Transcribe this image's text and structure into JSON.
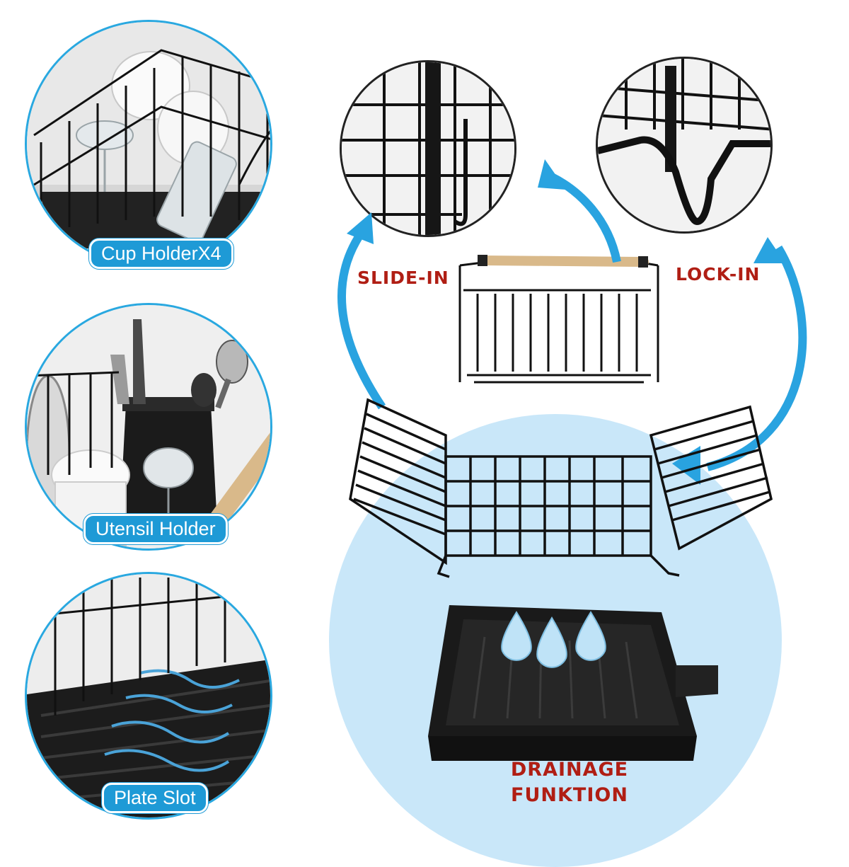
{
  "features": [
    {
      "label": "Cup HolderX4",
      "icon": "cup-holder-photo"
    },
    {
      "label": "Utensil Holder",
      "icon": "utensil-holder-photo"
    },
    {
      "label": "Plate Slot",
      "icon": "plate-slot-photo"
    }
  ],
  "annotations": {
    "slide_in": "SLIDE-IN",
    "lock_in": "LOCK-IN",
    "drainage_line1": "DRAINAGE",
    "drainage_line2": "FUNKTION"
  },
  "colors": {
    "accent_blue": "#1e9ad6",
    "circle_border": "#29a8e0",
    "backdrop_blue": "#c9e7f9",
    "label_red": "#b01e14",
    "rack_black": "#1a1a1a",
    "wood": "#d9b98a"
  }
}
